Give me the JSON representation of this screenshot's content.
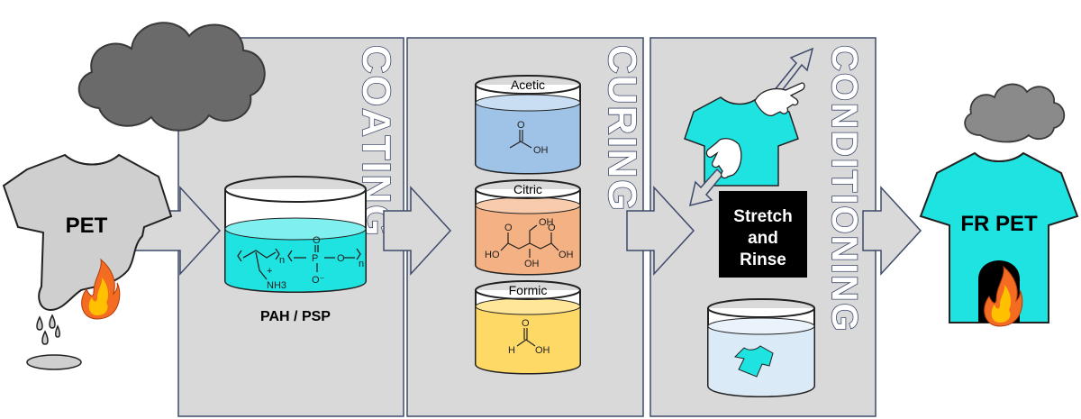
{
  "labels": {
    "pet": "PET",
    "fr_pet": "FR PET",
    "pah_psp": "PAH / PSP",
    "stretch_rinse": [
      "Stretch",
      "and",
      "Rinse"
    ]
  },
  "stages": {
    "coating": "COATING",
    "curing": "CURING",
    "conditioning": "CONDITIONING"
  },
  "beakers": {
    "acetic": "Acetic",
    "citric": "Citric",
    "formic": "Formic"
  },
  "chem": {
    "oh": "OH",
    "ho": "HO",
    "o": "O",
    "h": "H",
    "p": "P",
    "n": "n",
    "nh3": "NH3",
    "plus": "+",
    "ominus": "O⁻"
  },
  "colors": {
    "panel": "#d9d9d9",
    "panel_edge": "#3d4a6b",
    "smoke": "#6a6a6a",
    "shirt_gray": "#cfcfcf",
    "cyan": "#1ee3e0",
    "acetic_liquid": "#9fc3e7",
    "citric_liquid": "#f4b183",
    "formic_liquid": "#ffd966",
    "rinse_liquid": "#dbeaf7",
    "flame_outer": "#f36c21",
    "flame_inner": "#ffc000"
  }
}
